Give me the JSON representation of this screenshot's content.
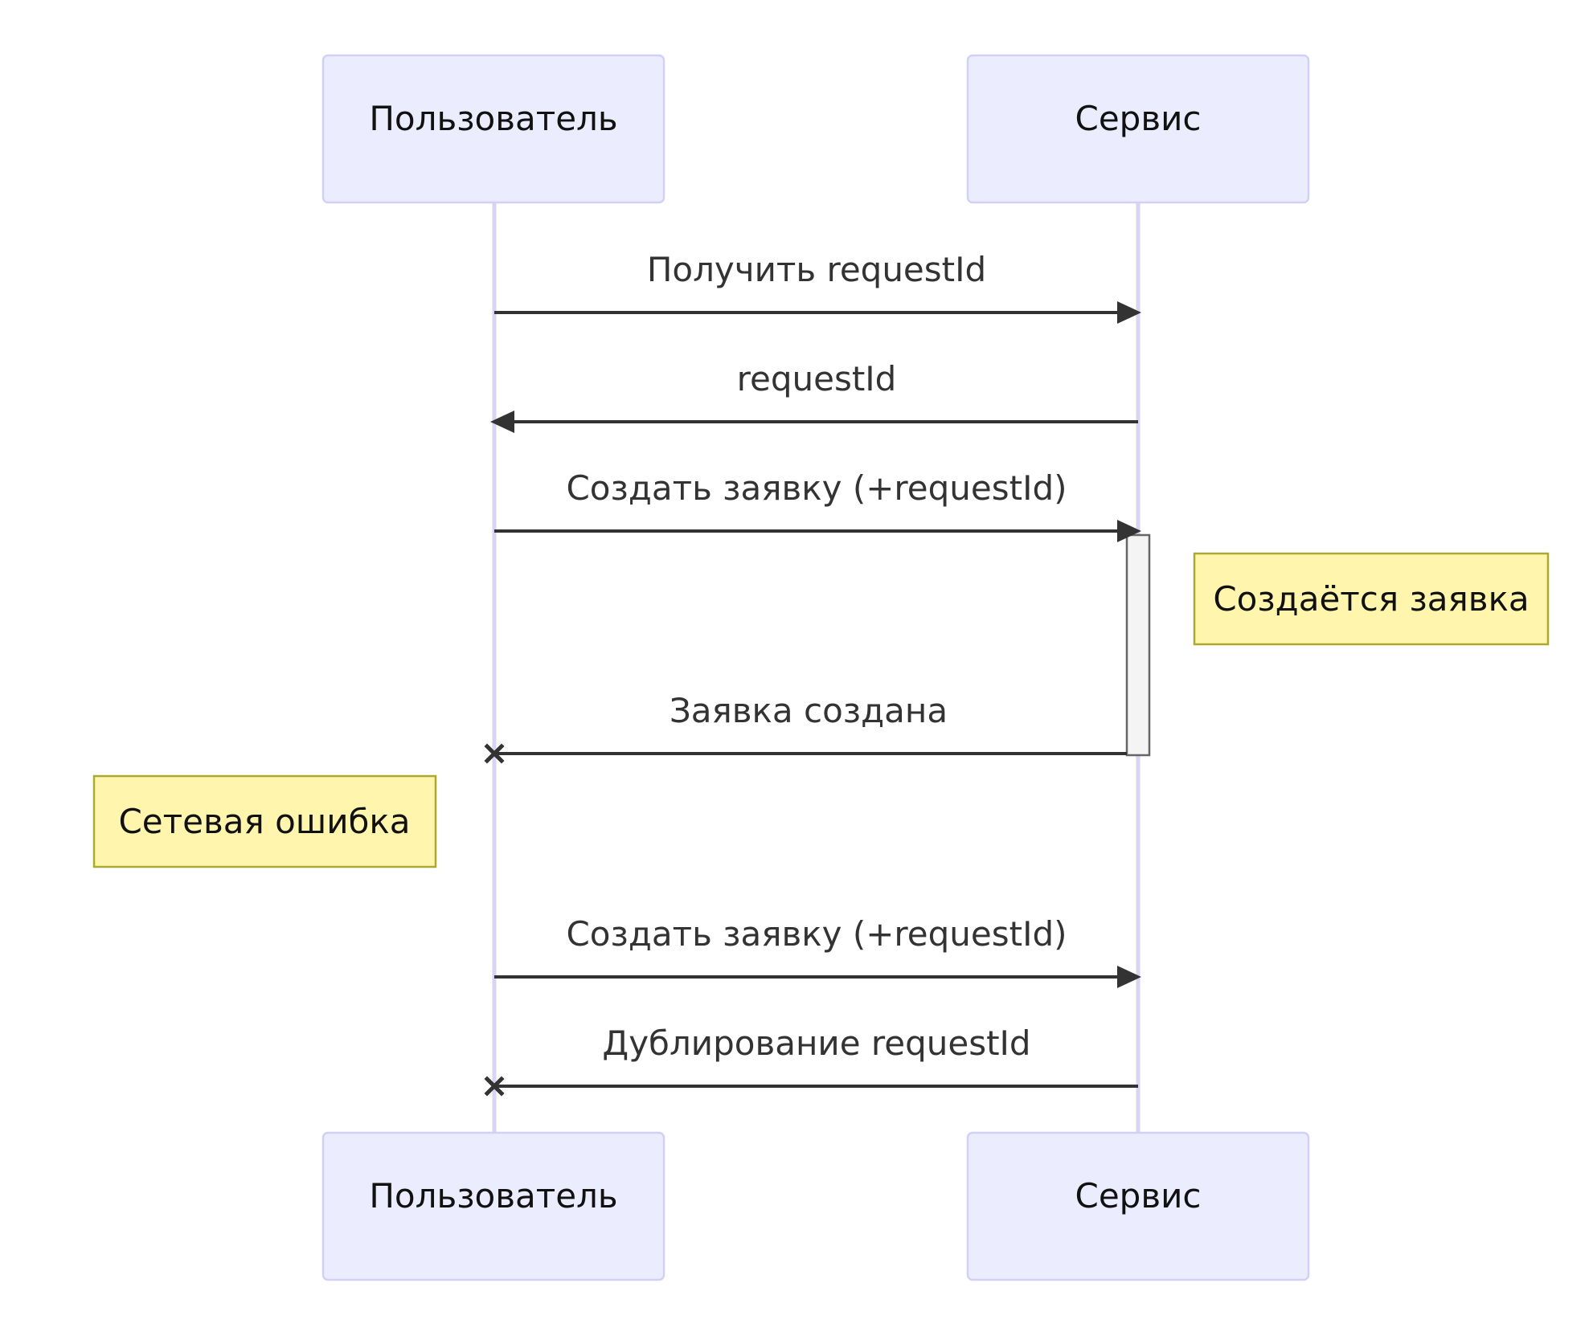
{
  "diagram": {
    "type": "sequence",
    "participants": [
      {
        "id": "user",
        "label": "Пользователь"
      },
      {
        "id": "service",
        "label": "Сервис"
      }
    ],
    "messages": [
      {
        "from": "user",
        "to": "service",
        "label": "Получить requestId",
        "end": "arrow"
      },
      {
        "from": "service",
        "to": "user",
        "label": "requestId",
        "end": "arrow"
      },
      {
        "from": "user",
        "to": "service",
        "label": "Создать заявку (+requestId)",
        "end": "arrow"
      },
      {
        "from": "service",
        "to": "user",
        "label": "Заявка создана",
        "end": "cross"
      },
      {
        "from": "user",
        "to": "service",
        "label": "Создать заявку (+requestId)",
        "end": "arrow"
      },
      {
        "from": "service",
        "to": "user",
        "label": "Дублирование requestId",
        "end": "cross"
      }
    ],
    "notes": [
      {
        "participant": "service",
        "side": "right",
        "label": "Создаётся заявка"
      },
      {
        "participant": "user",
        "side": "left",
        "label": "Сетевая ошибка"
      }
    ],
    "colors": {
      "actor_fill": "#ECECFF",
      "actor_border": "#D2D0F7",
      "lifeline": "#DAD4F2",
      "message": "#333333",
      "note_fill": "#FFF5AD",
      "note_border": "#AAAA33",
      "activation_fill": "#F4F4F4"
    }
  }
}
